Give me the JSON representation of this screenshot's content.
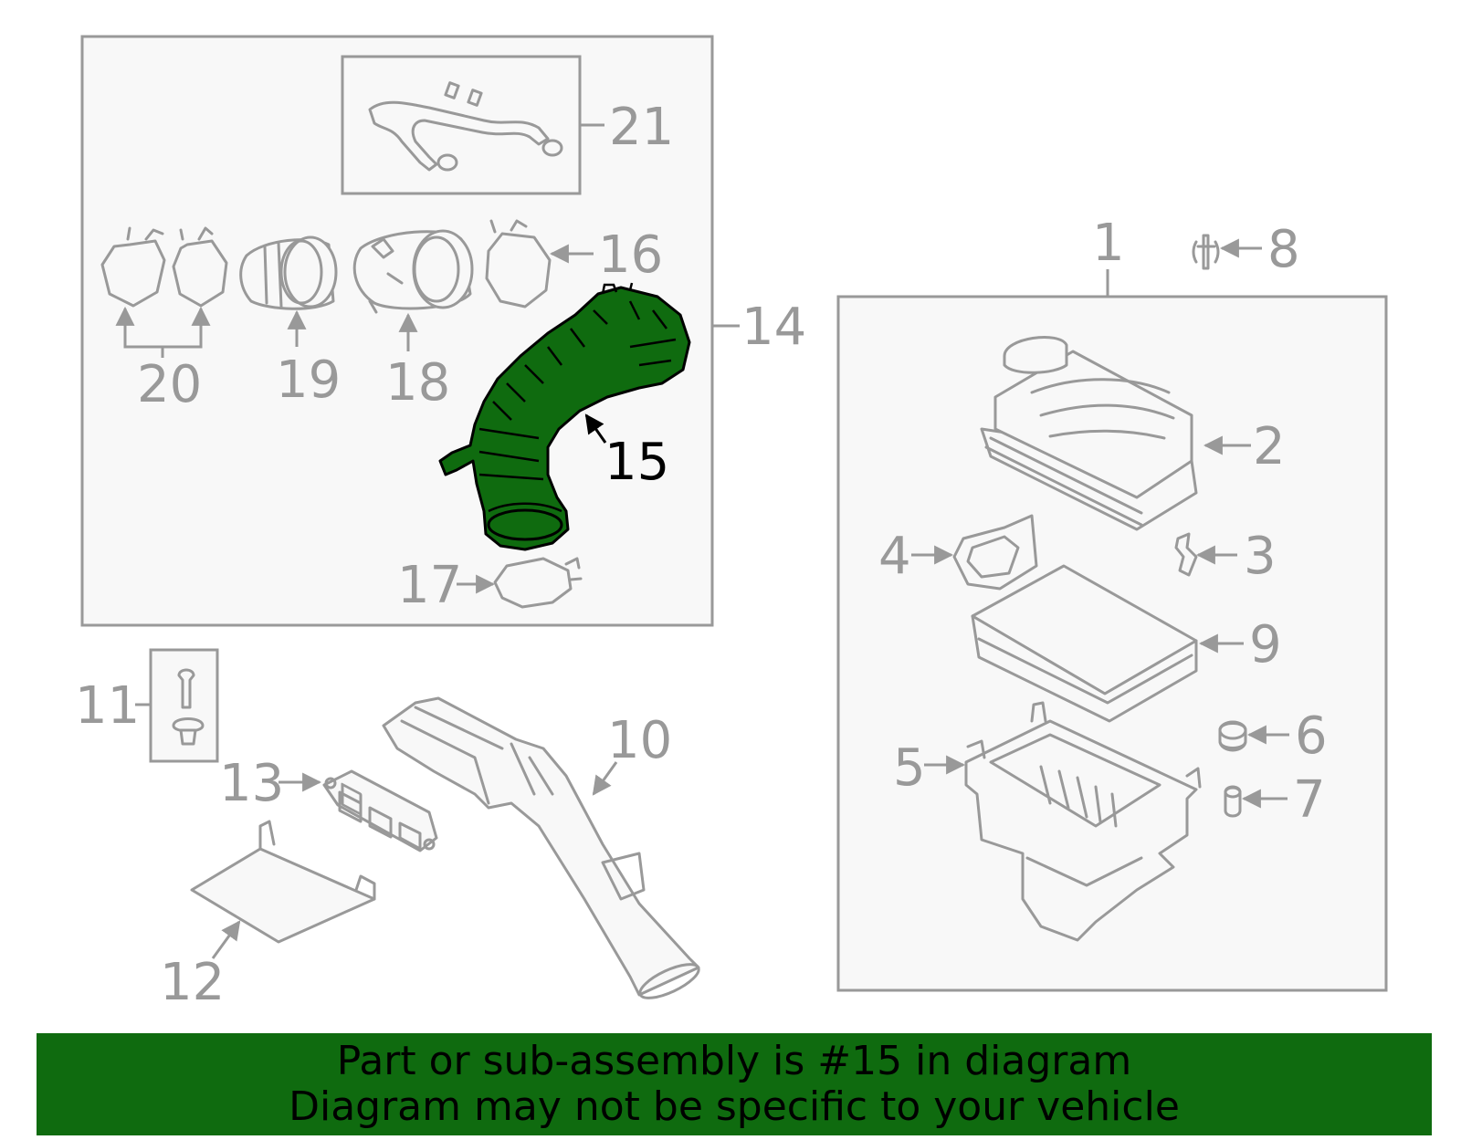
{
  "highlight": {
    "part": "15",
    "color": "#0f6b0f"
  },
  "labels": {
    "p1": "1",
    "p2": "2",
    "p3": "3",
    "p4": "4",
    "p5": "5",
    "p6": "6",
    "p7": "7",
    "p8": "8",
    "p9": "9",
    "p10": "10",
    "p11": "11",
    "p12": "12",
    "p13": "13",
    "p14": "14",
    "p15": "15",
    "p16": "16",
    "p17": "17",
    "p18": "18",
    "p19": "19",
    "p20": "20",
    "p21": "21"
  },
  "banner": {
    "line1": "Part or sub-assembly is #15 in diagram",
    "line2": "Diagram may not be specific to your vehicle"
  }
}
